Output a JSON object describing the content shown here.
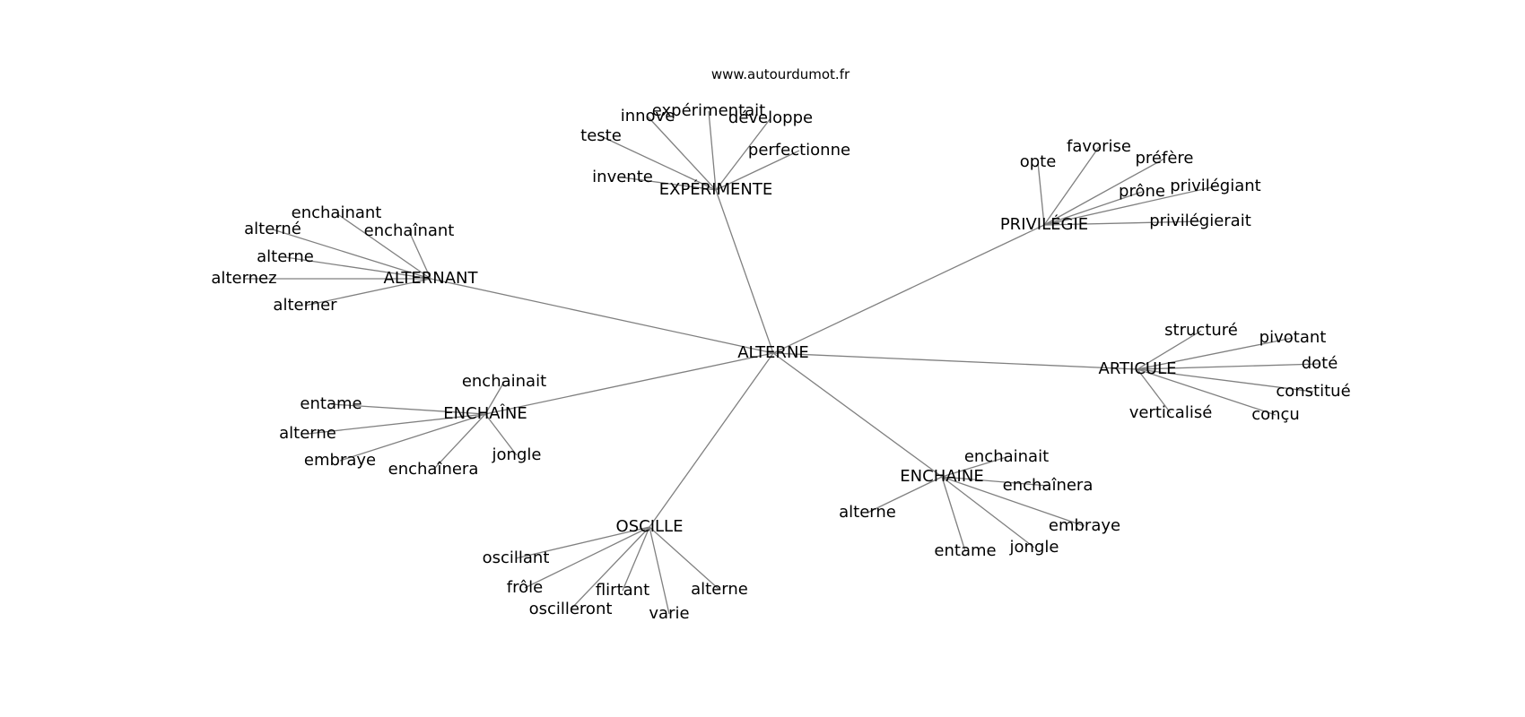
{
  "source_label": "www.autourdumot.fr",
  "root": {
    "id": "root",
    "label": "ALTERNE",
    "children": [
      {
        "id": "experimente",
        "label": "EXPÉRIMENTE",
        "children": [
          {
            "id": "experimente-1",
            "label": "expérimentait"
          },
          {
            "id": "experimente-2",
            "label": "innove"
          },
          {
            "id": "experimente-3",
            "label": "développe"
          },
          {
            "id": "experimente-4",
            "label": "teste"
          },
          {
            "id": "experimente-5",
            "label": "perfectionne"
          },
          {
            "id": "experimente-6",
            "label": "invente"
          }
        ]
      },
      {
        "id": "privilegie",
        "label": "PRIVILÉGIE",
        "children": [
          {
            "id": "privilegie-1",
            "label": "favorise"
          },
          {
            "id": "privilegie-2",
            "label": "opte"
          },
          {
            "id": "privilegie-3",
            "label": "préfère"
          },
          {
            "id": "privilegie-4",
            "label": "privilégiant"
          },
          {
            "id": "privilegie-5",
            "label": "prône"
          },
          {
            "id": "privilegie-6",
            "label": "privilégierait"
          }
        ]
      },
      {
        "id": "alternant",
        "label": "ALTERNANT",
        "children": [
          {
            "id": "alternant-1",
            "label": "enchainant"
          },
          {
            "id": "alternant-2",
            "label": "alterné"
          },
          {
            "id": "alternant-3",
            "label": "enchaînant"
          },
          {
            "id": "alternant-4",
            "label": "alterne"
          },
          {
            "id": "alternant-5",
            "label": "alternez"
          },
          {
            "id": "alternant-6",
            "label": "alterner"
          }
        ]
      },
      {
        "id": "article",
        "label": "ARTICULE",
        "children": [
          {
            "id": "article-1",
            "label": "structuré"
          },
          {
            "id": "article-2",
            "label": "pivotant"
          },
          {
            "id": "article-3",
            "label": "doté"
          },
          {
            "id": "article-4",
            "label": "constitué"
          },
          {
            "id": "article-5",
            "label": "verticalisé"
          },
          {
            "id": "article-6",
            "label": "conçu"
          }
        ]
      },
      {
        "id": "enchaine-c",
        "label": "ENCHAÎNE",
        "children": [
          {
            "id": "enchaine-c-1",
            "label": "enchainait"
          },
          {
            "id": "enchaine-c-2",
            "label": "entame"
          },
          {
            "id": "enchaine-c-3",
            "label": "alterne"
          },
          {
            "id": "enchaine-c-4",
            "label": "embraye"
          },
          {
            "id": "enchaine-c-5",
            "label": "jongle"
          },
          {
            "id": "enchaine-c-6",
            "label": "enchaînera"
          }
        ]
      },
      {
        "id": "enchaine",
        "label": "ENCHAINE",
        "children": [
          {
            "id": "enchaine-1",
            "label": "enchainait"
          },
          {
            "id": "enchaine-2",
            "label": "enchaînera"
          },
          {
            "id": "enchaine-3",
            "label": "alterne"
          },
          {
            "id": "enchaine-4",
            "label": "embraye"
          },
          {
            "id": "enchaine-5",
            "label": "entame"
          },
          {
            "id": "enchaine-6",
            "label": "jongle"
          }
        ]
      },
      {
        "id": "oscille",
        "label": "OSCILLE",
        "children": [
          {
            "id": "oscille-1",
            "label": "oscillant"
          },
          {
            "id": "oscille-2",
            "label": "frôle"
          },
          {
            "id": "oscille-3",
            "label": "flirtant"
          },
          {
            "id": "oscille-4",
            "label": "alterne"
          },
          {
            "id": "oscille-5",
            "label": "oscilleront"
          },
          {
            "id": "oscille-6",
            "label": "varie"
          }
        ]
      }
    ]
  }
}
